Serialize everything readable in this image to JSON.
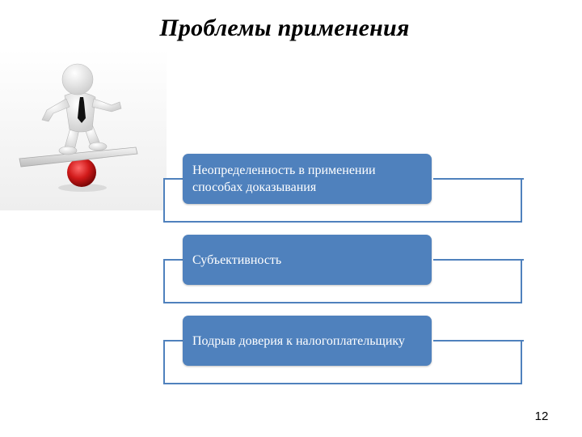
{
  "slide": {
    "title": "Проблемы применения",
    "page_number": "12"
  },
  "items": [
    {
      "label": "Неопределенность в применении способах доказывания"
    },
    {
      "label": "Субъективность"
    },
    {
      "label": "Подрыв доверия к налогоплательщику"
    }
  ],
  "colors": {
    "accent": "#4f81bd",
    "ball": "#d11a1a",
    "text": "#000000"
  },
  "icons": [
    "balancing-figure-illustration"
  ]
}
